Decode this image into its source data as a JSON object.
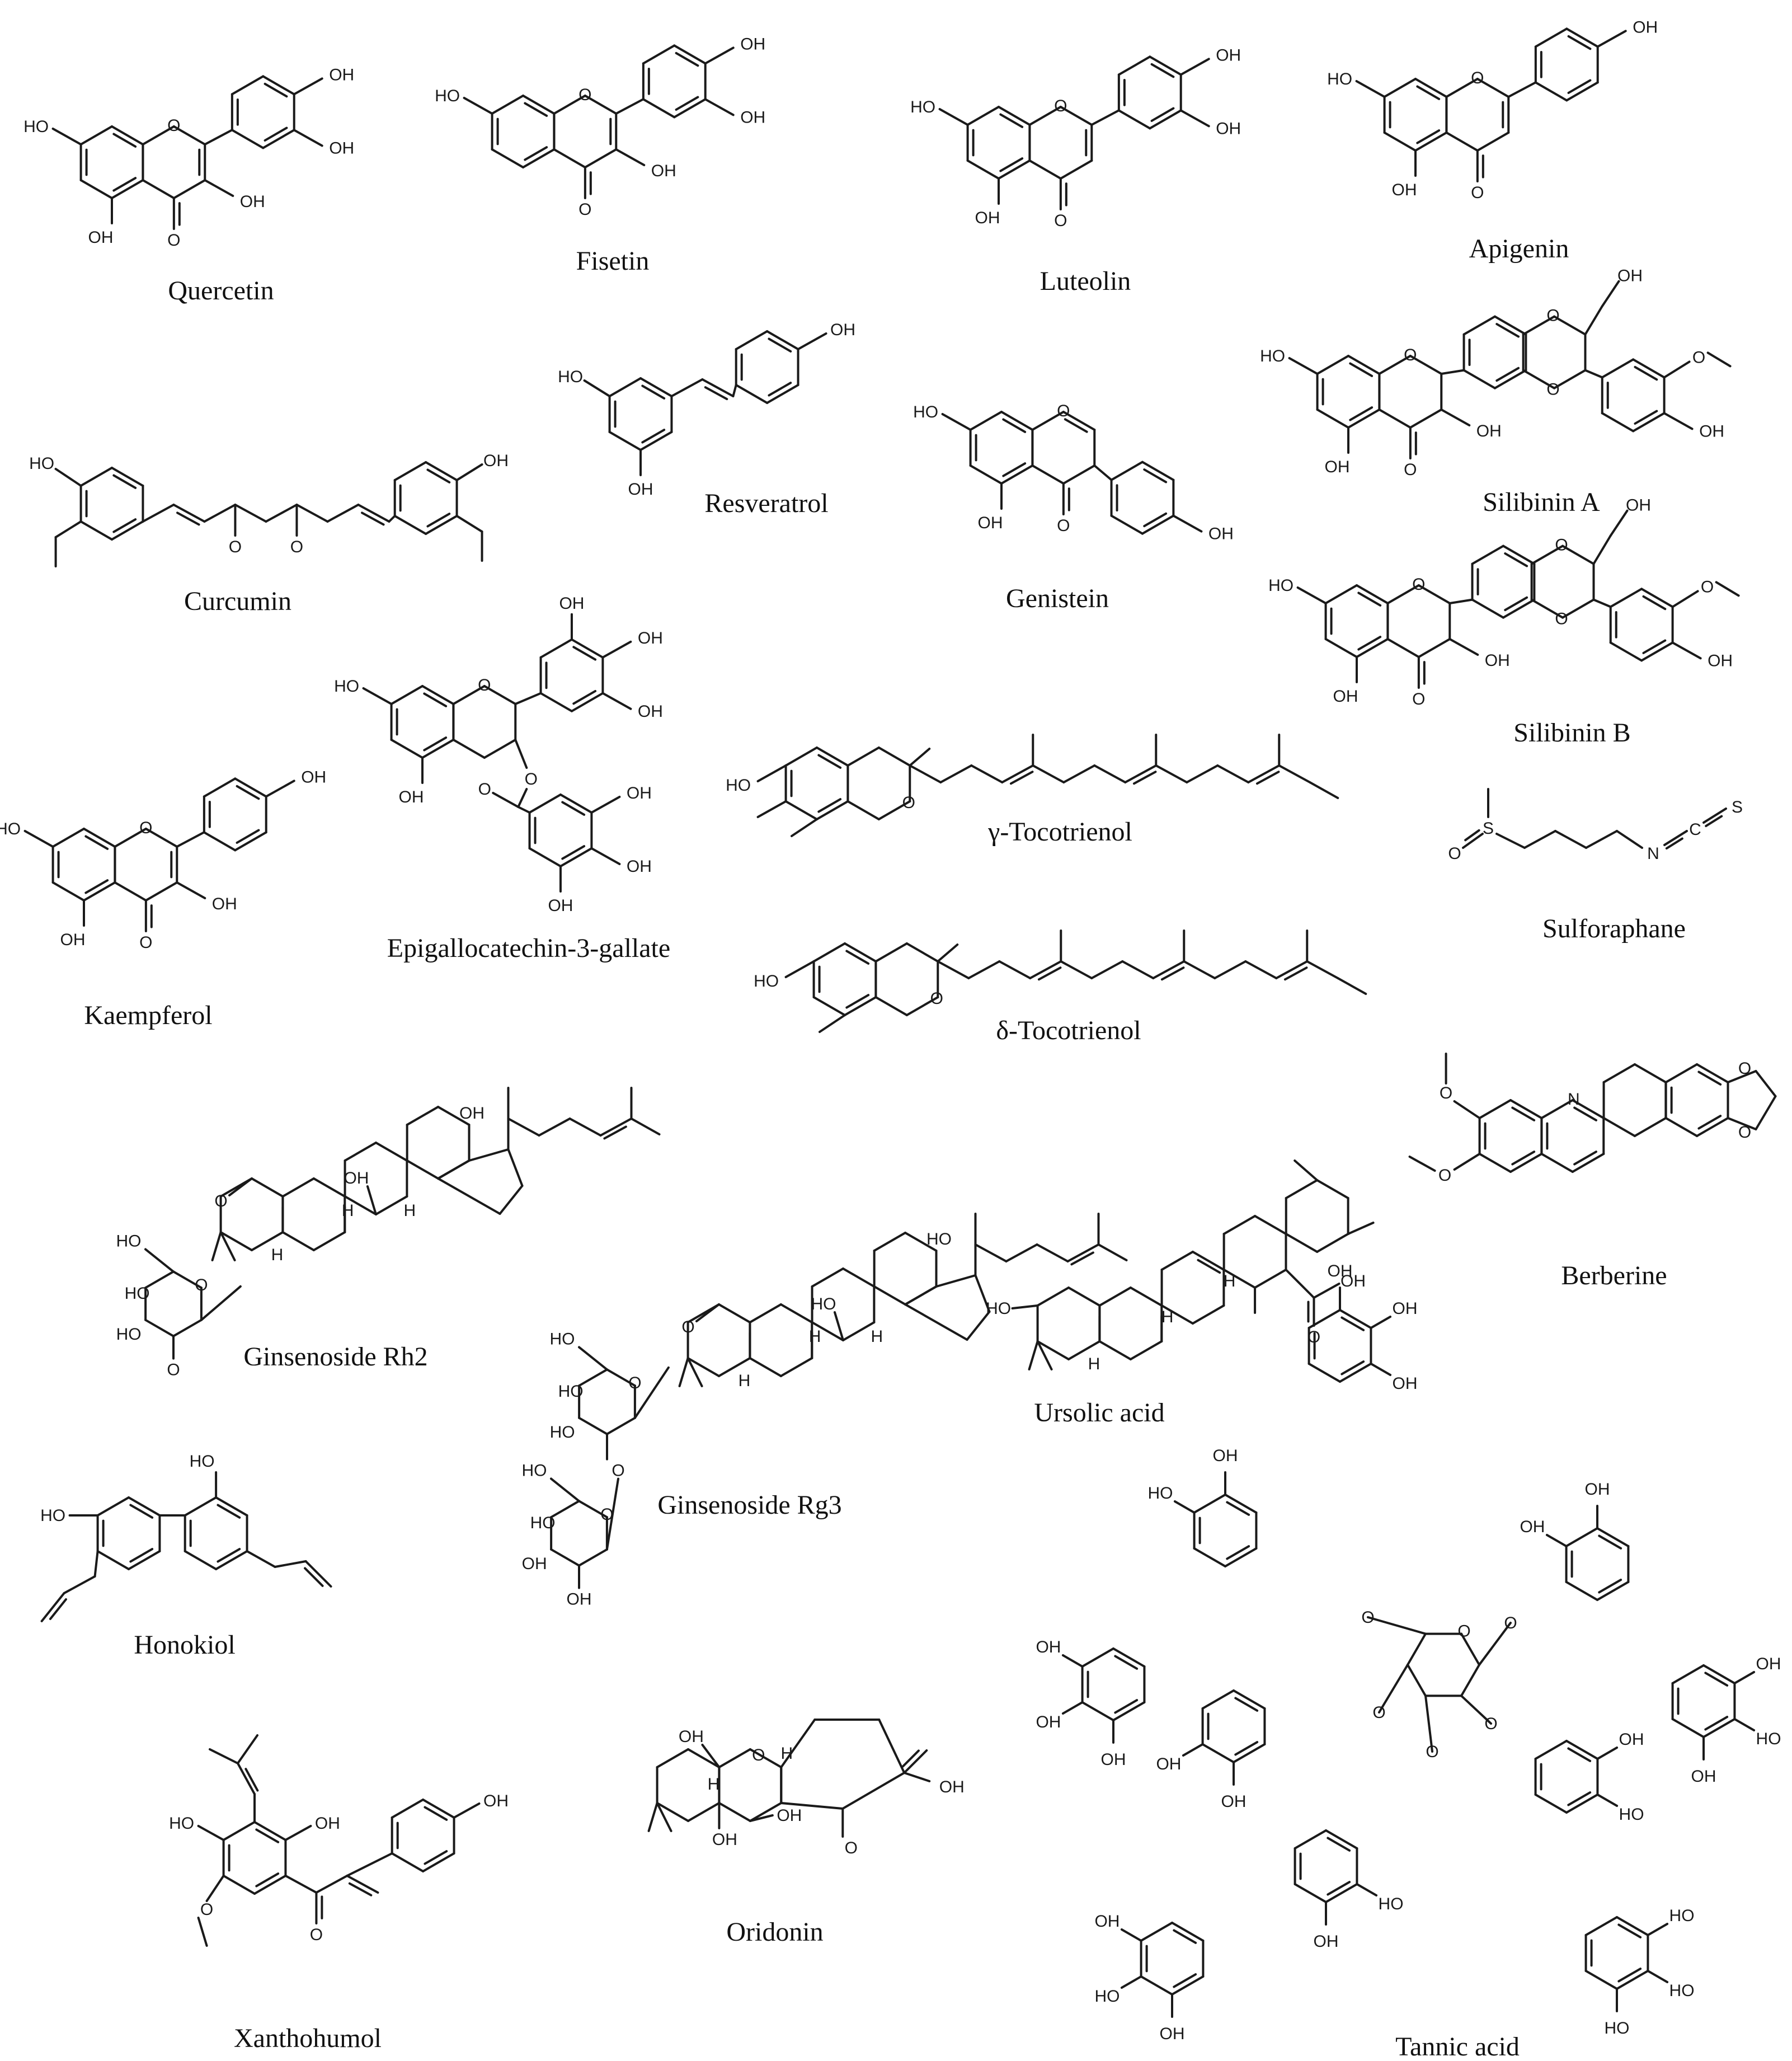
{
  "compounds": [
    {
      "id": "quercetin",
      "name": "Quercetin",
      "kind": "flavone",
      "labels": [
        "HO",
        "OH",
        "OH",
        "OH",
        "OH",
        "O"
      ]
    },
    {
      "id": "fisetin",
      "name": "Fisetin",
      "kind": "flavone",
      "labels": [
        "HO",
        "OH",
        "OH",
        "OH",
        "O"
      ]
    },
    {
      "id": "luteolin",
      "name": "Luteolin",
      "kind": "flavone",
      "labels": [
        "HO",
        "OH",
        "OH",
        "OH",
        "O"
      ]
    },
    {
      "id": "apigenin",
      "name": "Apigenin",
      "kind": "flavone",
      "labels": [
        "HO",
        "OH",
        "OH",
        "O"
      ]
    },
    {
      "id": "curcumin",
      "name": "Curcumin",
      "kind": "chain",
      "labels": [
        "HO",
        "OH",
        "O",
        "O"
      ]
    },
    {
      "id": "resveratrol",
      "name": "Resveratrol",
      "kind": "stilbene",
      "labels": [
        "HO",
        "OH",
        "OH"
      ]
    },
    {
      "id": "genistein",
      "name": "Genistein",
      "kind": "isoflavone",
      "labels": [
        "HO",
        "OH",
        "OH",
        "O"
      ]
    },
    {
      "id": "silibinin-a",
      "name": "Silibinin A",
      "kind": "flavonolignan",
      "labels": [
        "HO",
        "OH",
        "OH",
        "OH",
        "OH",
        "O"
      ]
    },
    {
      "id": "silibinin-b",
      "name": "Silibinin B",
      "kind": "flavonolignan",
      "labels": [
        "HO",
        "OH",
        "OH",
        "OH",
        "OH",
        "O"
      ]
    },
    {
      "id": "egcg",
      "name": "Epigallocatechin-3-gallate",
      "kind": "catechin",
      "labels": [
        "HO",
        "OH",
        "OH",
        "OH",
        "OH",
        "OH",
        "OH",
        "OH",
        "O"
      ]
    },
    {
      "id": "kaempferol",
      "name": "Kaempferol",
      "kind": "flavone",
      "labels": [
        "HO",
        "OH",
        "OH",
        "OH",
        "O"
      ]
    },
    {
      "id": "g-tocotrienol",
      "name": "γ-Tocotrienol",
      "kind": "tocotrienol",
      "labels": [
        "HO",
        "O"
      ]
    },
    {
      "id": "d-tocotrienol",
      "name": "δ-Tocotrienol",
      "kind": "tocotrienol",
      "labels": [
        "HO",
        "O"
      ]
    },
    {
      "id": "sulforaphane",
      "name": "Sulforaphane",
      "kind": "chain",
      "labels": [
        "O",
        "S",
        "N",
        "C",
        "S"
      ]
    },
    {
      "id": "berberine",
      "name": "Berberine",
      "kind": "alkaloid",
      "labels": [
        "N",
        "O",
        "O"
      ]
    },
    {
      "id": "ginsenoside-rh2",
      "name": "Ginsenoside Rh2",
      "kind": "steroid",
      "labels": [
        "HO",
        "HO",
        "HO",
        "OH",
        "OH",
        "O",
        "H",
        "H",
        "H"
      ]
    },
    {
      "id": "ginsenoside-rg3",
      "name": "Ginsenoside Rg3",
      "kind": "steroid",
      "labels": [
        "HO",
        "HO",
        "HO",
        "HO",
        "HO",
        "OH",
        "OH",
        "OH",
        "O",
        "O",
        "H",
        "H",
        "H"
      ]
    },
    {
      "id": "ursolic-acid",
      "name": "Ursolic acid",
      "kind": "triterpene",
      "labels": [
        "HO",
        "OH",
        "O",
        "H",
        "H",
        "H"
      ]
    },
    {
      "id": "honokiol",
      "name": "Honokiol",
      "kind": "biphenyl",
      "labels": [
        "HO",
        "HO"
      ]
    },
    {
      "id": "xanthohumol",
      "name": "Xanthohumol",
      "kind": "chalcone",
      "labels": [
        "HO",
        "OH",
        "OH",
        "O",
        "O"
      ]
    },
    {
      "id": "oridonin",
      "name": "Oridonin",
      "kind": "diterpene",
      "labels": [
        "OH",
        "OH",
        "OH",
        "OH",
        "O",
        "O",
        "H",
        "H"
      ]
    },
    {
      "id": "tannic-acid",
      "name": "Tannic acid",
      "kind": "polyphenol",
      "labels": [
        "OH",
        "OH",
        "OH",
        "HO",
        "OH",
        "HO",
        "HO",
        "OH",
        "OH",
        "HO",
        "OH",
        "HO",
        "OH",
        "OH",
        "OH",
        "OH",
        "OH",
        "OH",
        "OH",
        "HO",
        "HO",
        "OH",
        "OH",
        "HO",
        "OH"
      ]
    }
  ]
}
